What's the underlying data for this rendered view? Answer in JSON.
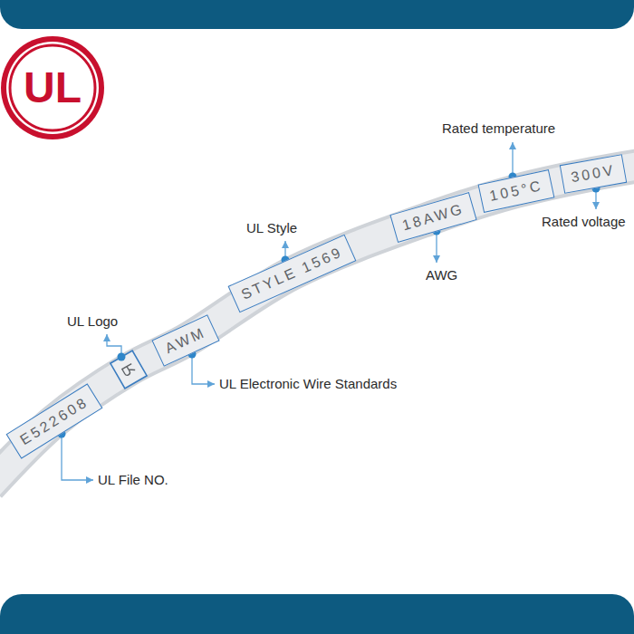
{
  "diagram": {
    "nodes": [
      {
        "text": [
          "UL"
        ]
      },
      {
        "text": [
          "E522608"
        ]
      },
      {
        "text": [
          "AWM"
        ]
      },
      {
        "text": [
          "STYLE 1569"
        ]
      },
      {
        "text": [
          "18AWG"
        ]
      },
      {
        "text": [
          "105°C"
        ]
      },
      {
        "text": [
          "300V"
        ]
      }
    ],
    "labels": [
      "Rated temperature",
      "UL Style",
      "Rated voltage",
      "AWG",
      "UL Logo",
      "UL Electronic Wire Standards",
      "UL File NO."
    ]
  }
}
